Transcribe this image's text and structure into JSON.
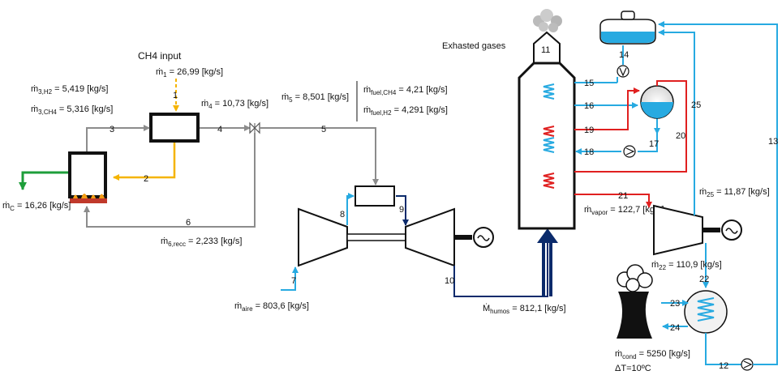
{
  "title": "CH4 input",
  "exhaust_label": "Exhasted gases",
  "colors": {
    "gas_grey": "#8c8c8c",
    "fuel_yellow": "#f5b400",
    "carbon_green": "#1e9e3a",
    "water_blue": "#27aae1",
    "steam_red": "#e02020",
    "flue_navy": "#0a2a6b"
  },
  "flows": {
    "m1": {
      "sym": "ṁ",
      "sub": "1",
      "val": " = 26,99 [kg/s]"
    },
    "m3h2": {
      "sym": "ṁ",
      "sub": "3,H2",
      "val": " = 5,419 [kg/s]"
    },
    "m3ch4": {
      "sym": "ṁ",
      "sub": "3,CH4",
      "val": " = 5,316 [kg/s]"
    },
    "m4": {
      "sym": "ṁ",
      "sub": "4",
      "val": " = 10,73 [kg/s]"
    },
    "m5": {
      "sym": "ṁ",
      "sub": "5",
      "val": " = 8,501 [kg/s]"
    },
    "mfch4": {
      "sym": "ṁ",
      "sub": "fuel,CH4",
      "val": " = 4,21 [kg/s]"
    },
    "mfh2": {
      "sym": "ṁ",
      "sub": "fuel,H2",
      "val": " = 4,291 [kg/s]"
    },
    "mc": {
      "sym": "ṁ",
      "sub": "C",
      "val": " = 16,26 [kg/s]"
    },
    "m6": {
      "sym": "ṁ",
      "sub": "6,recc",
      "val": " = 2,233 [kg/s]"
    },
    "maire": {
      "sym": "ṁ",
      "sub": "aire",
      "val": " = 803,6 [kg/s]"
    },
    "mhumos": {
      "sym": "Ṁ",
      "sub": "humos",
      "val": " = 812,1 [kg/s]"
    },
    "mvapor": {
      "sym": "ṁ",
      "sub": "vapor",
      "val": " = 122,7 [kg/s]"
    },
    "m25": {
      "sym": "ṁ",
      "sub": "25",
      "val": " = 11,87 [kg/s]"
    },
    "m22": {
      "sym": "ṁ",
      "sub": "22",
      "val": " = 110,9 [kg/s]"
    },
    "mcond": {
      "sym": "ṁ",
      "sub": "cond",
      "val": " = 5250 [kg/s]"
    }
  },
  "delta_t": "ΔT=10ºC",
  "streams": {
    "s1": "1",
    "s2": "2",
    "s3": "3",
    "s4": "4",
    "s5": "5",
    "s6": "6",
    "s7": "7",
    "s8": "8",
    "s9": "9",
    "s10": "10",
    "s11": "11",
    "s12": "12",
    "s13": "13",
    "s14": "14",
    "s15": "15",
    "s16": "16",
    "s17": "17",
    "s18": "18",
    "s19": "19",
    "s20": "20",
    "s21": "21",
    "s22": "22",
    "s23": "23",
    "s24": "24",
    "s25": "25"
  },
  "icons": {
    "generator": "generator-icon",
    "pump": "pump-icon",
    "flame": "flame-icon",
    "smoke": "smoke-icon",
    "cooling_tower": "cooling-tower-icon"
  }
}
